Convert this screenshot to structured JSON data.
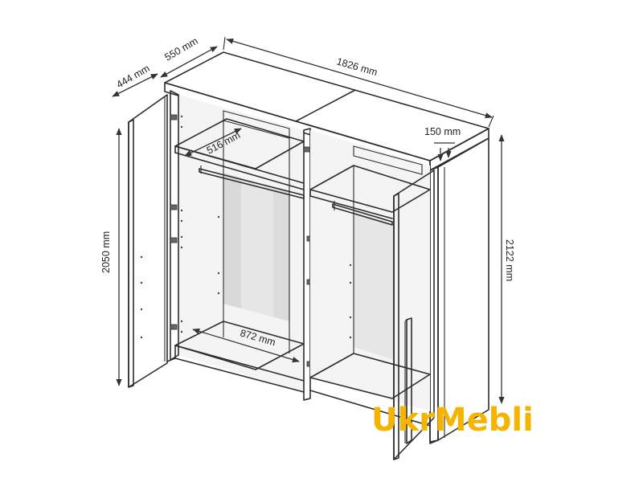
{
  "dimensions": {
    "total_width": "1826 mm",
    "depth_outer": "550 mm",
    "depth_inner": "444 mm",
    "shelf_depth": "516 mm",
    "side_panel": "150 mm",
    "door_height": "2050 mm",
    "total_height": "2122 mm",
    "inner_width": "872 mm"
  },
  "watermark": {
    "text": "UkrMebli",
    "color": "#f5b400"
  },
  "colors": {
    "line": "#2d2d2d",
    "back_panel": "#e9e9e9",
    "back_panel_dark": "#d6d6d6",
    "background": "#ffffff"
  }
}
